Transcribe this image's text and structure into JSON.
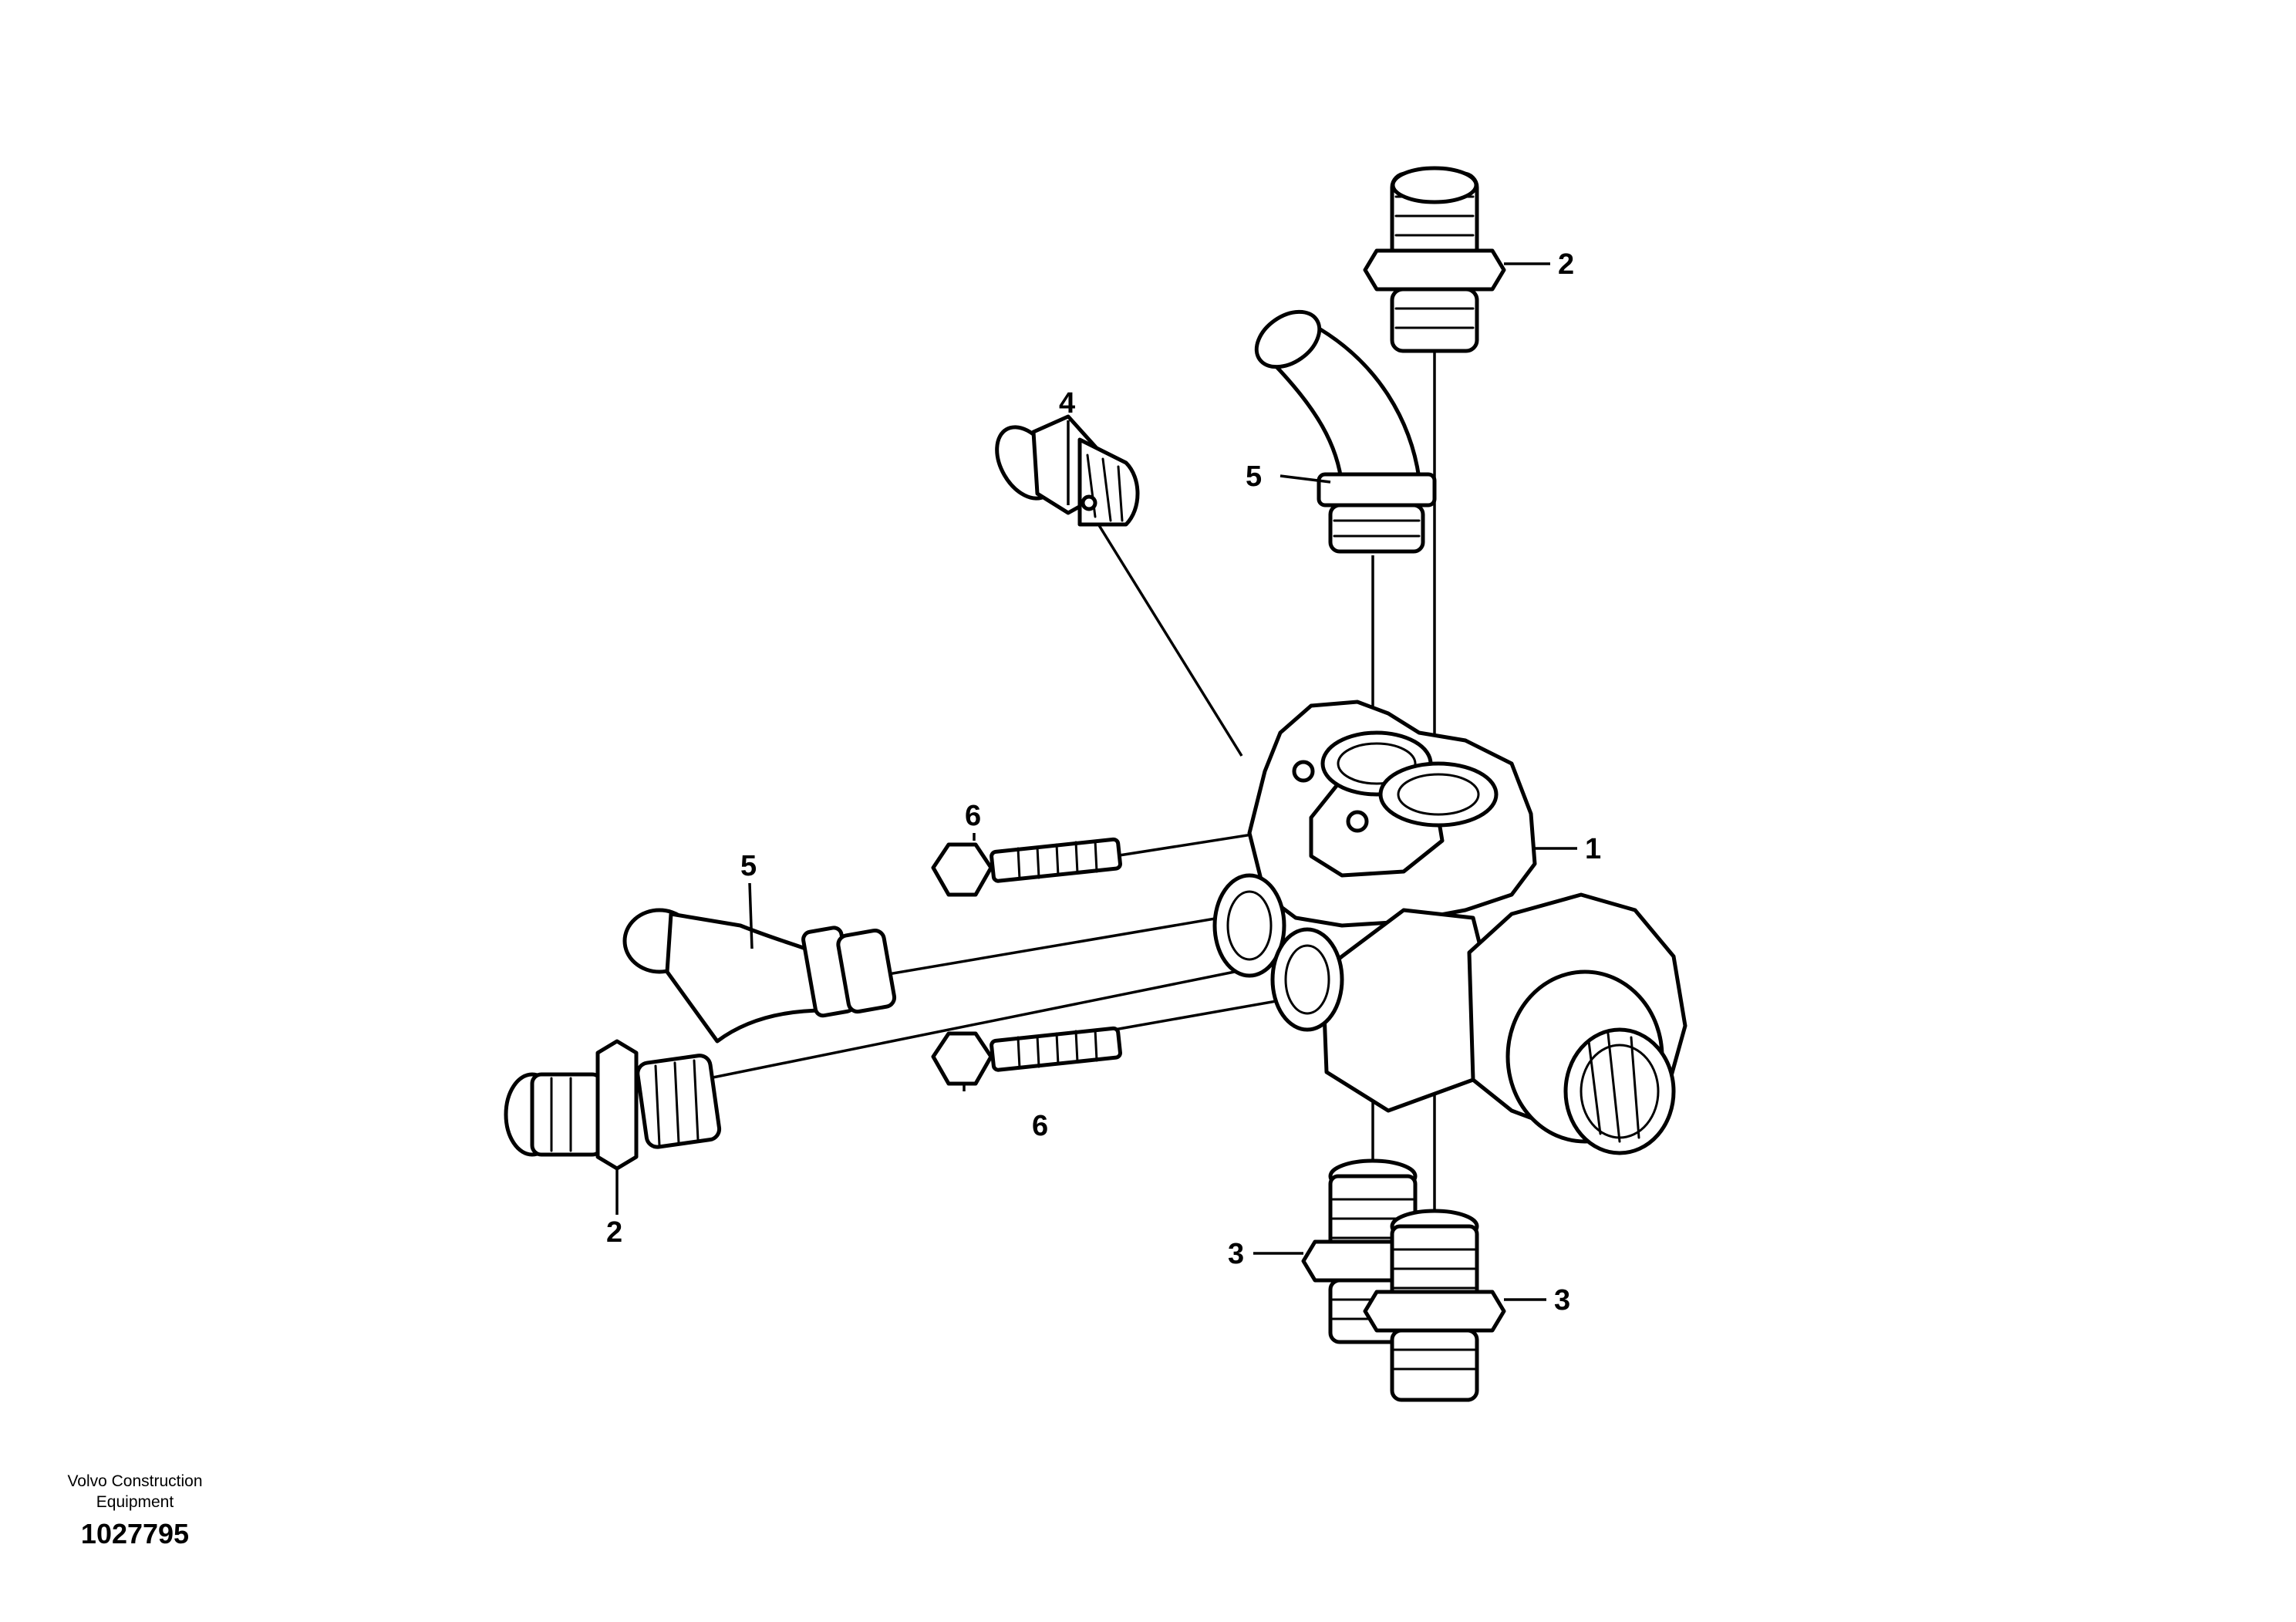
{
  "callouts": {
    "c1": "1",
    "c2_top": "2",
    "c2_left": "2",
    "c3_left": "3",
    "c3_right": "3",
    "c4": "4",
    "c5_top": "5",
    "c5_left": "5",
    "c6_top": "6",
    "c6_bottom": "6"
  },
  "footer": {
    "brand_line1": "Volvo Construction",
    "brand_line2": "Equipment",
    "drawing_number": "1027795"
  },
  "colors": {
    "line": "#000000",
    "background": "#ffffff"
  }
}
